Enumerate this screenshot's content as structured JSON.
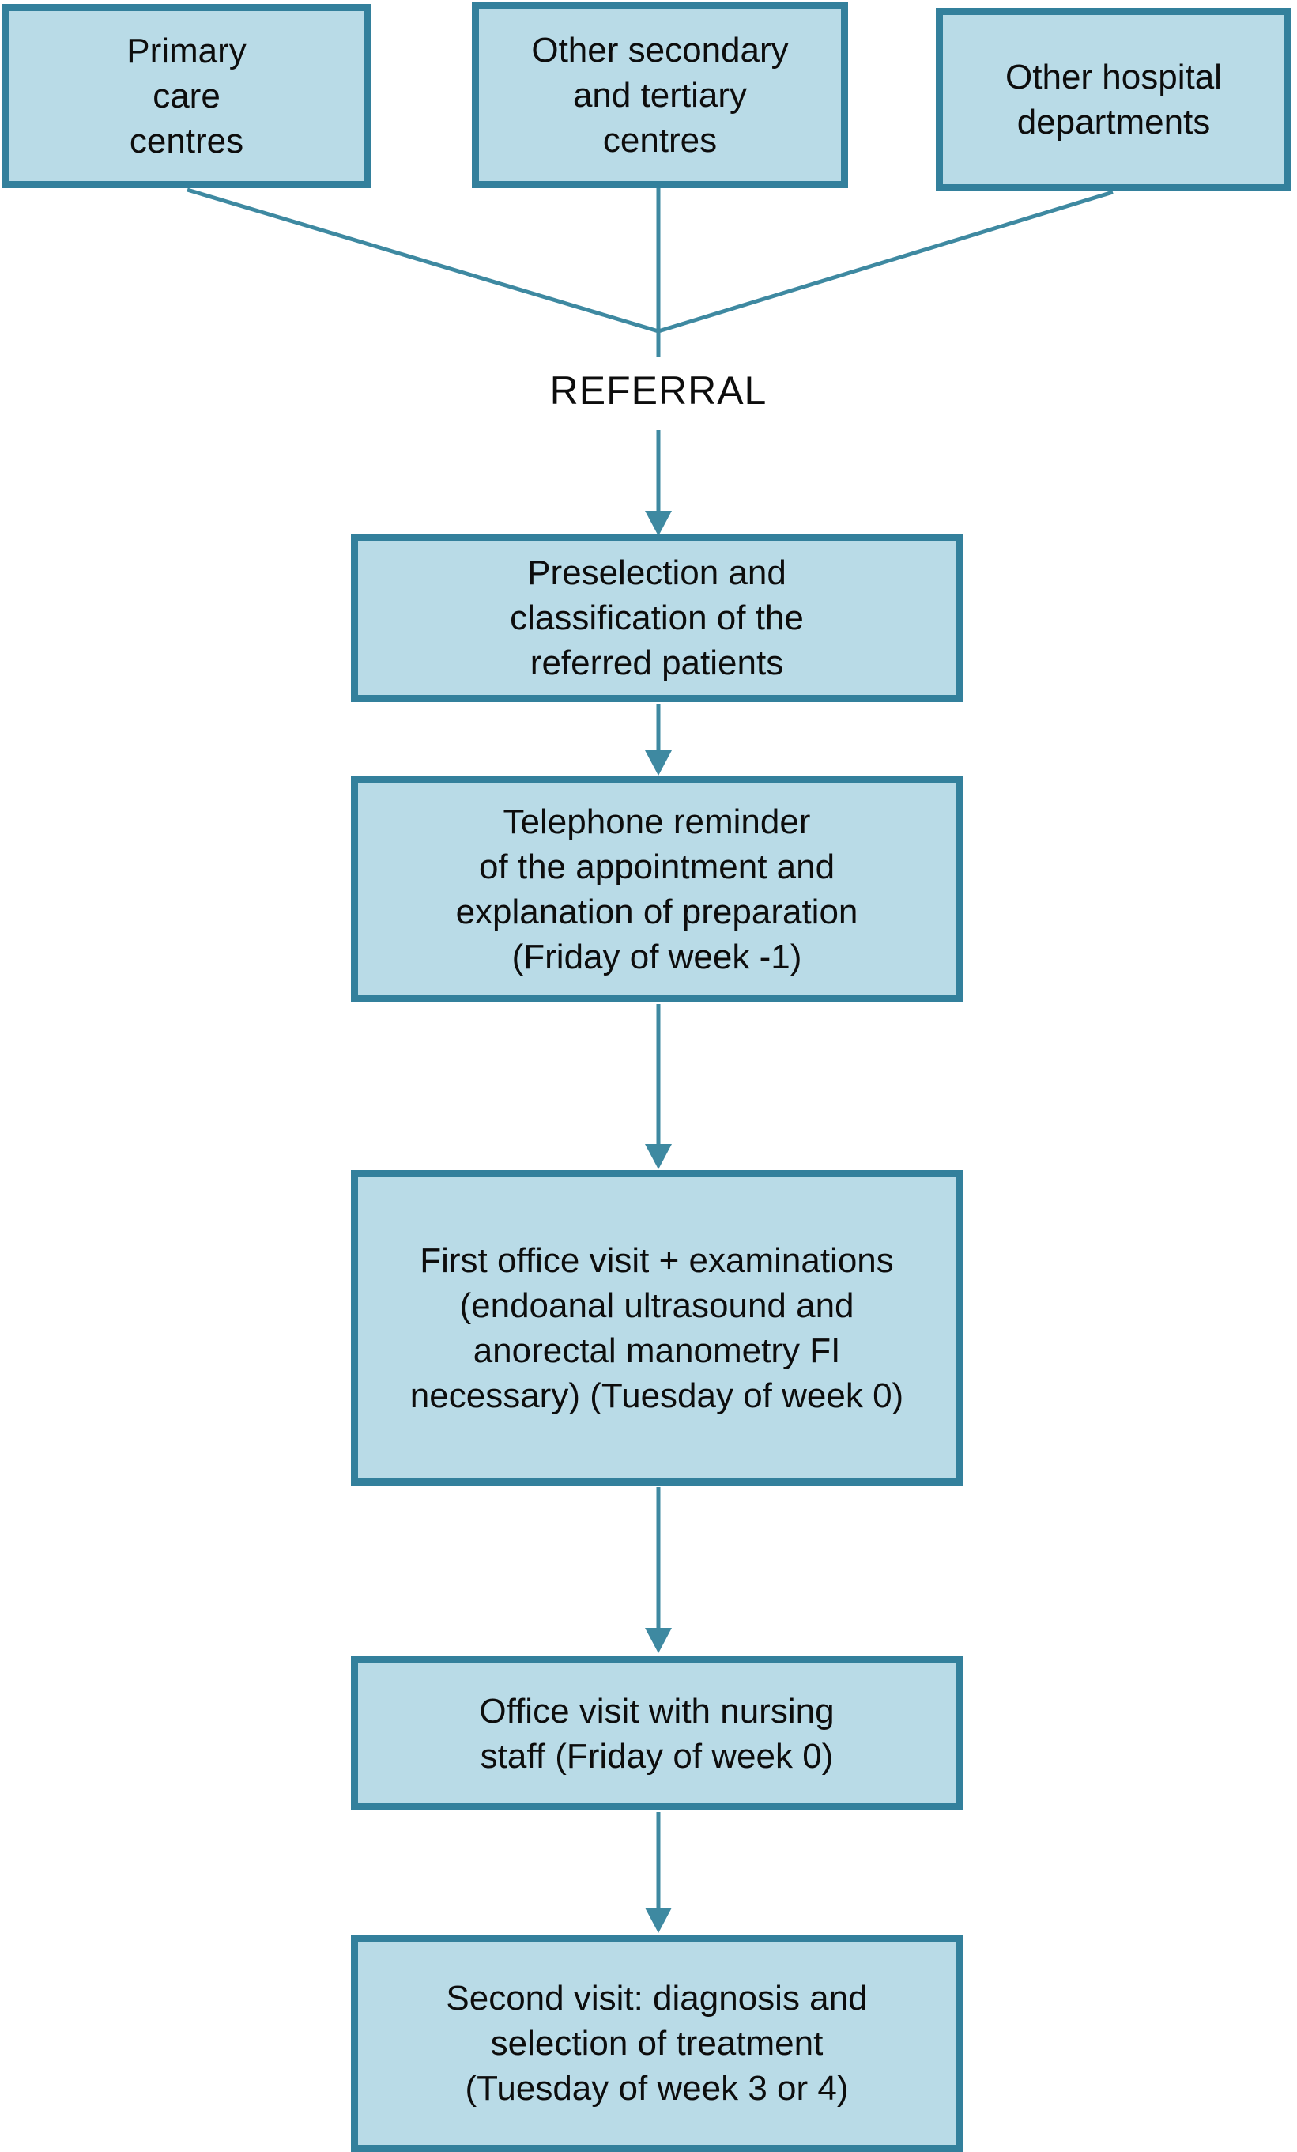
{
  "colors": {
    "background": "#ffffff",
    "box_fill": "#b9dbe7",
    "box_border": "#33809c",
    "connector": "#3e89a1",
    "text": "#0d0d0d"
  },
  "top_boxes": [
    {
      "id": "primary-care-centres",
      "lines": [
        "Primary",
        "care",
        "centres"
      ]
    },
    {
      "id": "secondary-tertiary-centres",
      "lines": [
        "Other secondary",
        "and tertiary",
        "centres"
      ]
    },
    {
      "id": "hospital-departments",
      "lines": [
        "Other hospital",
        "departments"
      ]
    }
  ],
  "referral_label": "REFERRAL",
  "flow_boxes": [
    {
      "id": "preselection",
      "lines": [
        "Preselection and",
        "classification of the",
        "referred patients"
      ]
    },
    {
      "id": "telephone-reminder",
      "lines": [
        "Telephone reminder",
        "of the appointment and",
        "explanation of preparation",
        "(Friday of week -1)"
      ]
    },
    {
      "id": "first-office-visit",
      "lines": [
        "First office visit + examinations",
        "(endoanal ultrasound and",
        "anorectal manometry FI",
        "necessary) (Tuesday of week 0)"
      ]
    },
    {
      "id": "nursing-visit",
      "lines": [
        "Office visit with nursing",
        "staff (Friday of week 0)"
      ]
    },
    {
      "id": "second-visit",
      "lines": [
        "Second visit: diagnosis and",
        "selection of treatment",
        "(Tuesday of week 3 or 4)"
      ]
    }
  ]
}
